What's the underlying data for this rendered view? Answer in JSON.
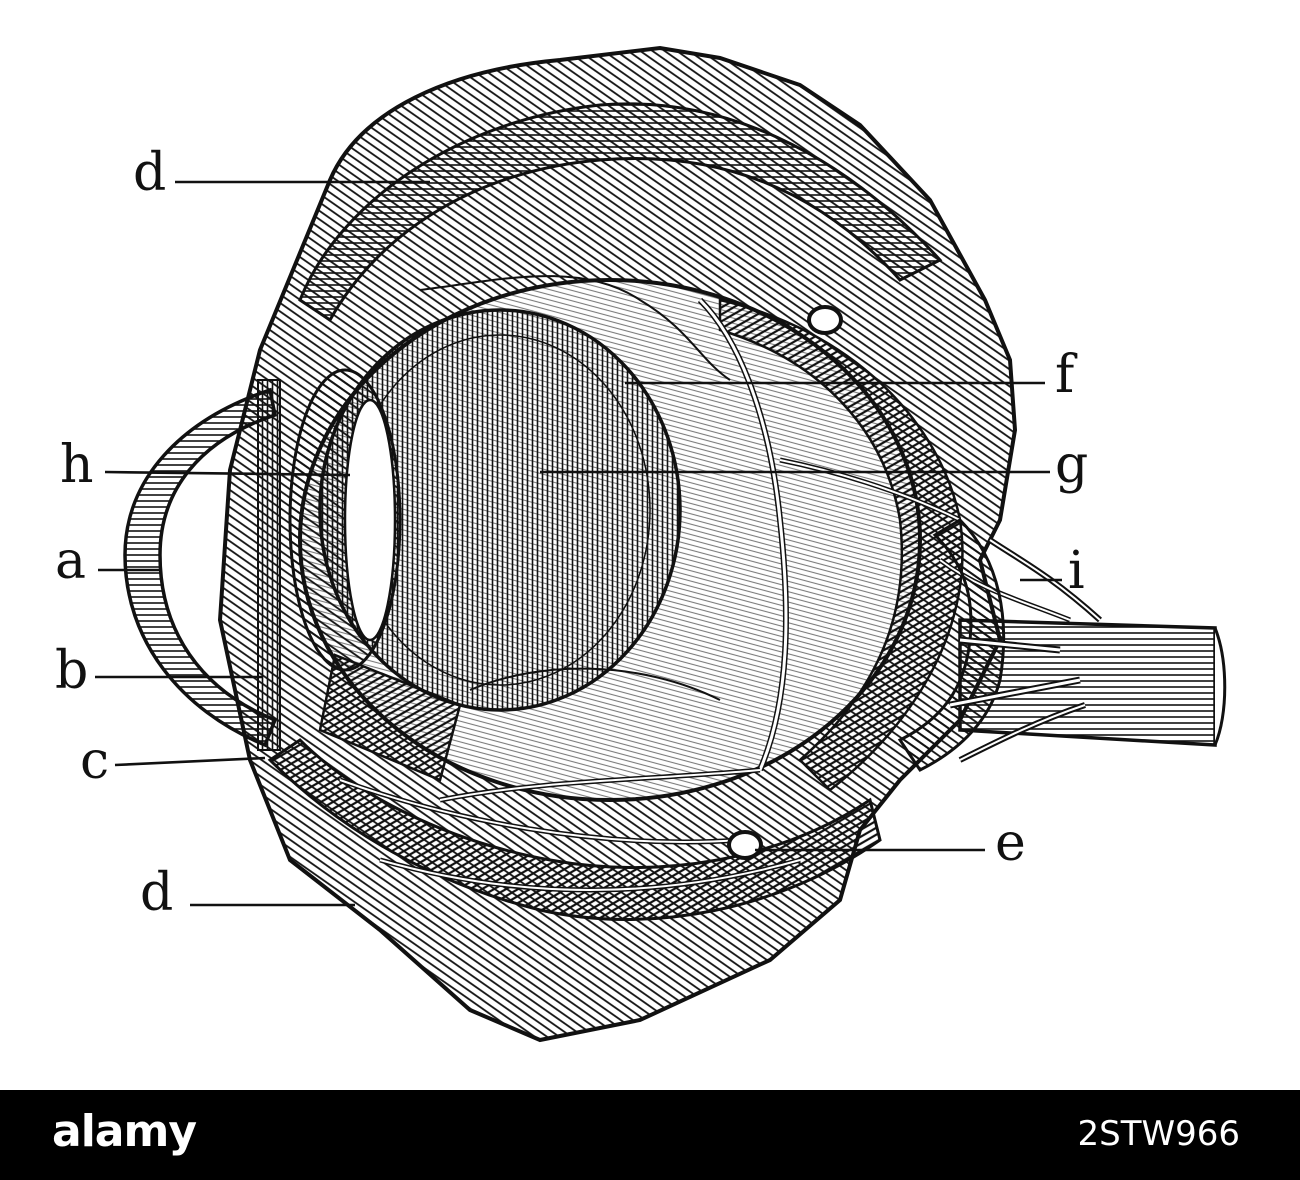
{
  "colors": {
    "ink": "#111111",
    "paper": "#ffffff",
    "footer_bg": "#000000",
    "footer_text": "#ffffff"
  },
  "labels": {
    "d_top": "d",
    "f": "f",
    "h": "h",
    "g": "g",
    "a": "a",
    "i": "i",
    "b": "b",
    "c": "c",
    "e": "e",
    "d_bottom": "d"
  },
  "footer": {
    "brand": "alamy",
    "image_id": "2STW966"
  }
}
